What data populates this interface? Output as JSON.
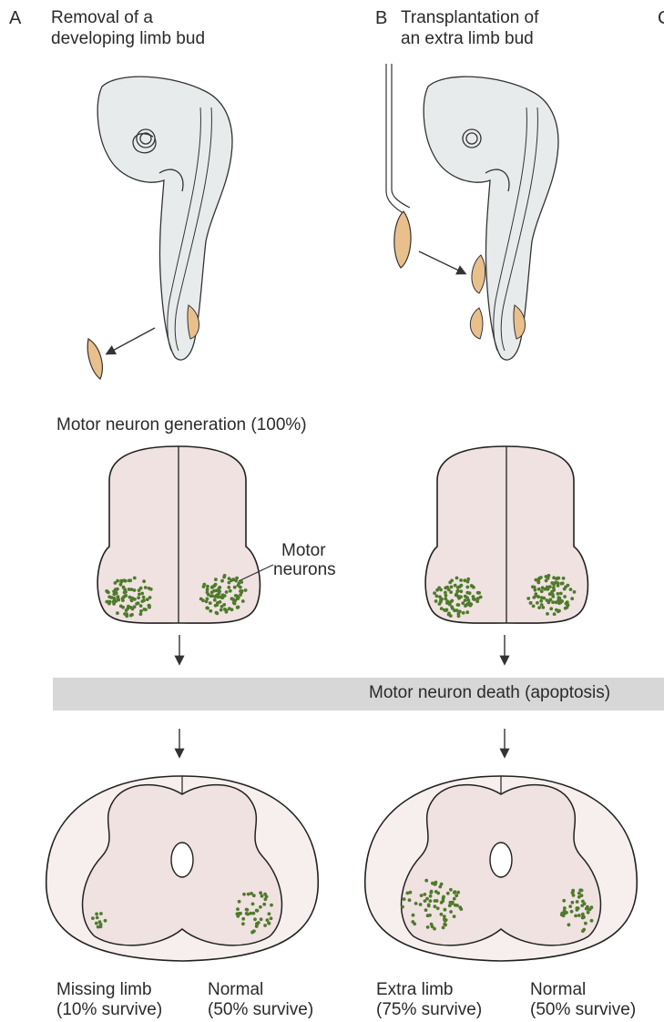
{
  "panels": [
    {
      "letter": "A",
      "title_line1": "Removal of a",
      "title_line2": "developing limb bud"
    },
    {
      "letter": "B",
      "title_line1": "Transplantation of",
      "title_line2": "an extra limb bud"
    }
  ],
  "cut_letter": "C",
  "generation_label": "Motor neuron generation (100%)",
  "motor_neurons_label_line1": "Motor",
  "motor_neurons_label_line2": "neurons",
  "death_band_label": "Motor neuron death (apoptosis)",
  "outcomes": [
    {
      "label": "Missing limb",
      "survival": "(10% survive)"
    },
    {
      "label": "Normal",
      "survival": "(50% survive)"
    },
    {
      "label": "Extra limb",
      "survival": "(75% survive)"
    },
    {
      "label": "Normal",
      "survival": "(50% survive)"
    }
  ],
  "colors": {
    "limb_bud": "#e9c08c",
    "spinal_tissue": "#efe2e0",
    "neuron_dots": "#4f7a2c",
    "band": "#d7d7d8",
    "embryo": "#e8ebec"
  }
}
